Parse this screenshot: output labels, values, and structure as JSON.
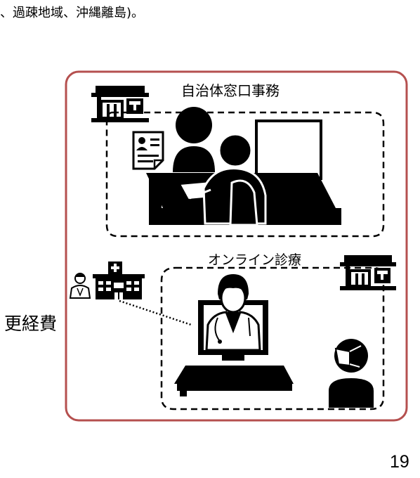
{
  "header_text": "、過疎地域、沖縄離島)。",
  "side_label": "更経費",
  "page_number": "19",
  "panels": {
    "admin_window": {
      "label": "自治体窓口事務"
    },
    "online_care": {
      "label": "オンライン診療"
    }
  },
  "colors": {
    "frame_border": "#b5504f",
    "ink": "#000000"
  },
  "icons": [
    "municipal-office-icon",
    "application-form-icon",
    "staff-person-icon",
    "resident-person-icon",
    "desktop-monitor-icon",
    "hospital-icon",
    "doctor-icon",
    "video-call-screen-icon",
    "masked-patient-icon"
  ]
}
